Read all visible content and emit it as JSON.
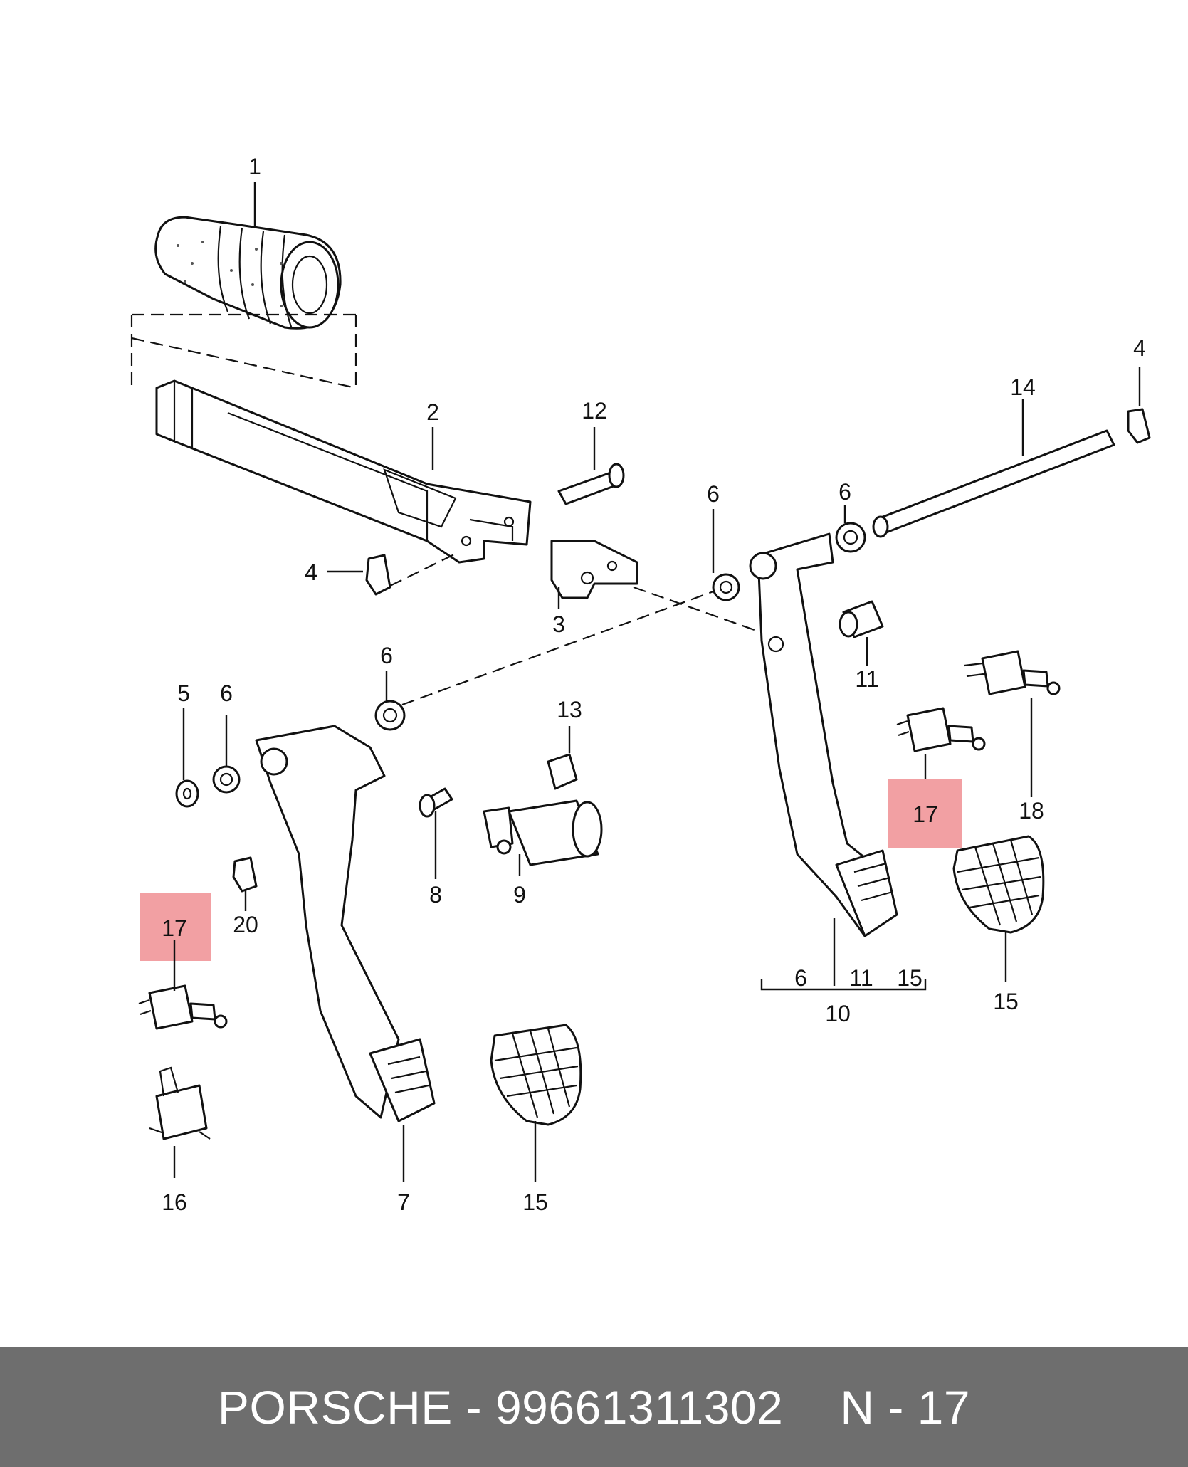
{
  "callouts": {
    "c1": "1",
    "c2": "2",
    "c3": "3",
    "c4a": "4",
    "c4b": "4",
    "c5": "5",
    "c6a": "6",
    "c6b": "6",
    "c6c": "6",
    "c6d": "6",
    "c6e": "6",
    "c7": "7",
    "c8": "8",
    "c9": "9",
    "c10": "10",
    "c11a": "11",
    "c11b": "11",
    "c12": "12",
    "c13": "13",
    "c14": "14",
    "c15a": "15",
    "c15b": "15",
    "c15c": "15",
    "c16": "16",
    "c17a": "17",
    "c17b": "17",
    "c18": "18",
    "c20": "20"
  },
  "highlight_color": "#f2a0a3",
  "footer": {
    "brand": "PORSCHE - 99661311302",
    "ref": "N - 17"
  }
}
